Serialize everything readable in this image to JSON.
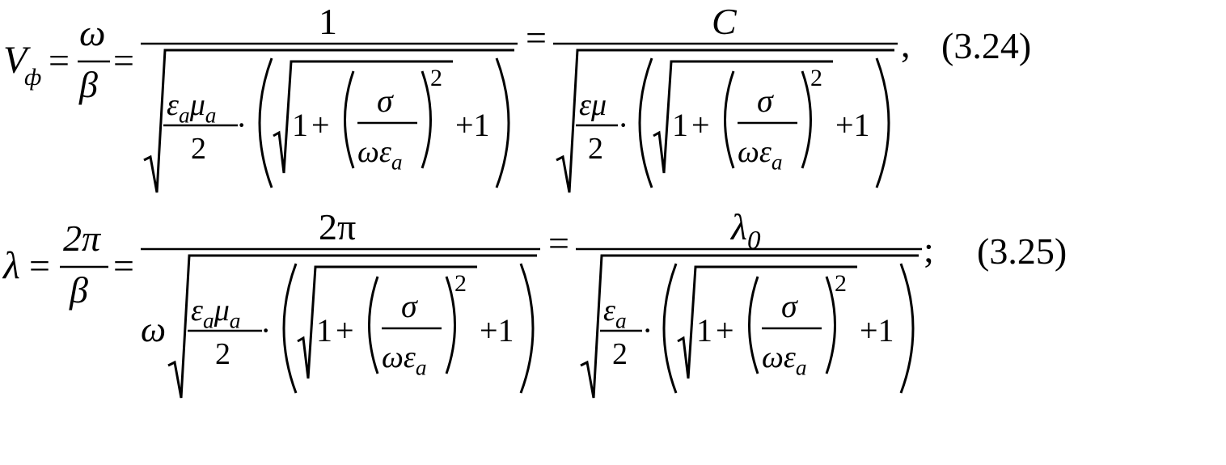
{
  "equations": [
    {
      "label": "(3.24)",
      "trailing_punct": ",",
      "lhs": {
        "base": "V",
        "subscript": "ф"
      },
      "frac1": {
        "num": "ω",
        "den": "β"
      },
      "frac2_num": "1",
      "frac3_num": "C",
      "denA": {
        "coef": "",
        "radicand_num": "ε_a μ_a",
        "radicand_den": "2"
      },
      "denB": {
        "coef": "",
        "radicand_num": "εμ",
        "radicand_den": "2"
      },
      "inner": {
        "one": "1",
        "plus": "+",
        "sigma": "σ",
        "omega_eps": "ω ε_a",
        "power": "2",
        "plus_one": "+1"
      },
      "dot": "·",
      "eq": "="
    },
    {
      "label": "(3.25)",
      "trailing_punct": ";",
      "lhs": {
        "base": "λ",
        "subscript": ""
      },
      "frac1": {
        "num": "2π",
        "den": "β"
      },
      "frac2_num": "2π",
      "frac3_num": "λ_0",
      "denA": {
        "coef": "ω",
        "radicand_num": "ε_a μ_a",
        "radicand_den": "2"
      },
      "denB": {
        "coef": "",
        "radicand_num": "ε_a",
        "radicand_den": "2"
      },
      "inner": {
        "one": "1",
        "plus": "+",
        "sigma": "σ",
        "omega_eps": "ω ε_a",
        "power": "2",
        "plus_one": "+1"
      },
      "dot": "·",
      "eq": "="
    }
  ]
}
